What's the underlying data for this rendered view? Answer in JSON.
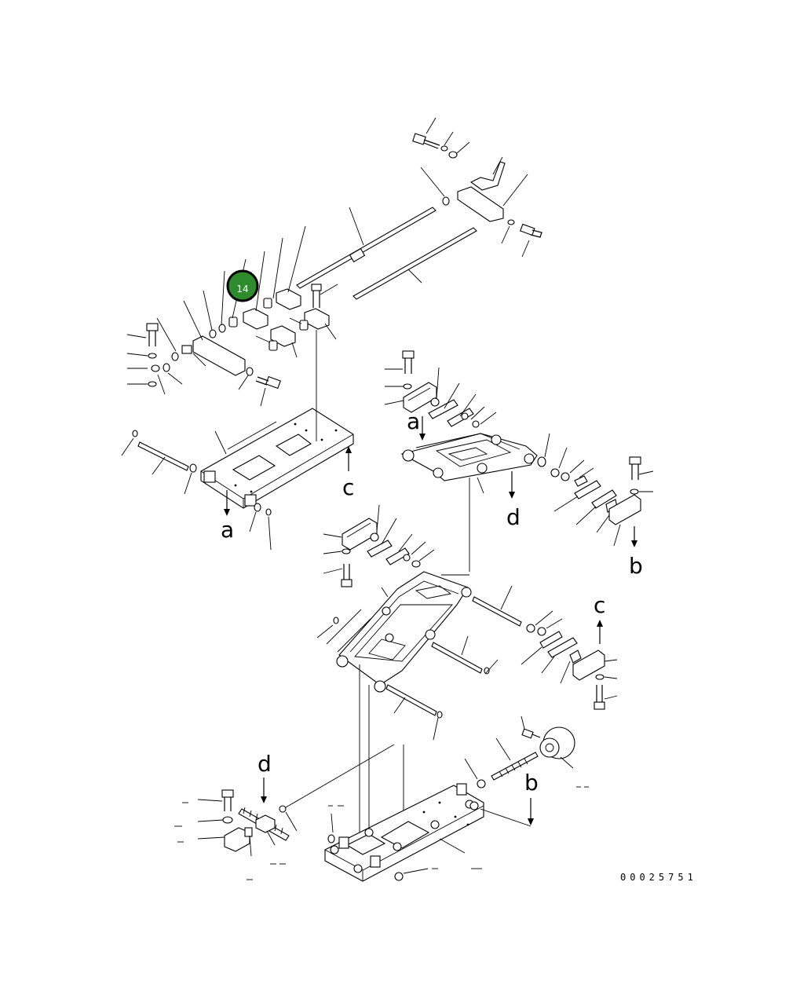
{
  "diagram": {
    "drawing_number": "00025751",
    "callout": {
      "label": "14",
      "color": "#2e8b2e",
      "ring_color": "#000000"
    },
    "reference_letters": {
      "a_top": "a",
      "a_bottom": "a",
      "b_top": "b",
      "b_bottom": "b",
      "c_top": "c",
      "c_bottom": "c",
      "d_top": "d",
      "d_bottom": "d"
    }
  }
}
